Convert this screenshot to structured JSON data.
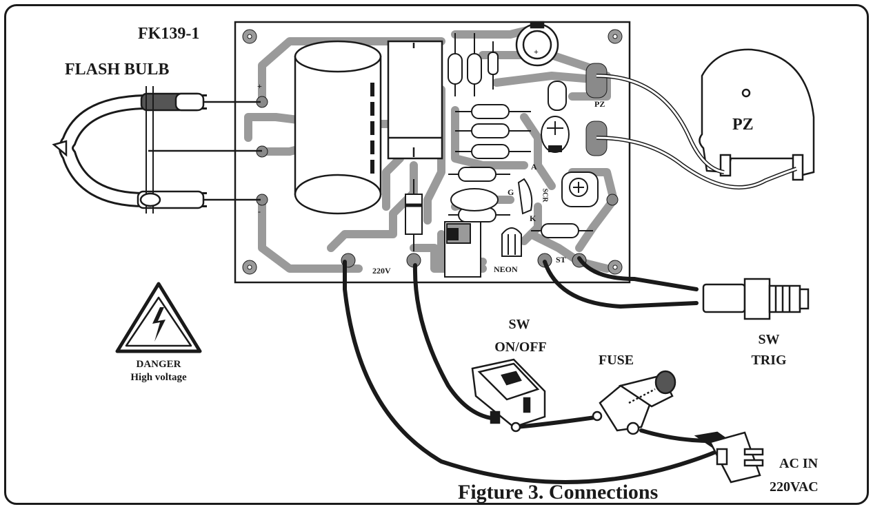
{
  "board": {
    "model": "FK139-1",
    "labels": {
      "pz": "PZ",
      "anode": "A",
      "gate": "G",
      "cathode": "K",
      "scr": "SCR",
      "mains": "220V",
      "neon": "NEON",
      "st": "ST",
      "plus": "+",
      "minus": "-",
      "cap_plus": "+"
    }
  },
  "components": {
    "flash_bulb": "FLASH BULB",
    "piezo": "PZ",
    "sw_on_off": [
      "SW",
      "ON/OFF"
    ],
    "fuse": "FUSE",
    "sw_trig": [
      "SW",
      "TRIG"
    ],
    "ac_in": [
      "AC IN",
      "220VAC"
    ]
  },
  "warning": {
    "title": "DANGER",
    "subtitle": "High voltage"
  },
  "caption": "Figture 3. Connections",
  "colors": {
    "outline": "#1a1a1a",
    "trace": "#9a9a9a",
    "pad": "#8a8a8a",
    "cable": "#1a1a1a"
  }
}
